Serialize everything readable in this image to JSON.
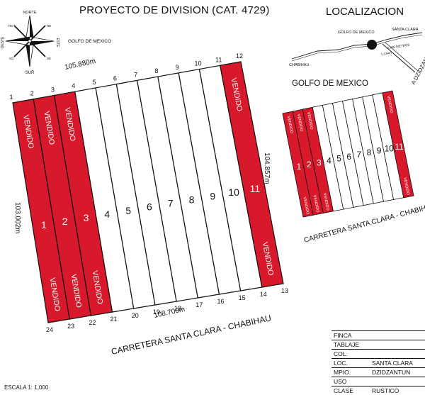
{
  "title": "PROYECTO DE DIVISION (CAT. 4729)",
  "compass": {
    "north": "NORTE",
    "south": "SUR",
    "east": "ESTE",
    "west": "OESTE",
    "ne": "NE",
    "nw": "NO",
    "se": "SE",
    "sw": "SO"
  },
  "gulf_label_top": "GOLFO DE MEXICO",
  "localizacion": {
    "title": "LOCALIZACION",
    "golfo": "GOLFO DE MEXICO",
    "santa_clara": "SANTA CLARA",
    "chabihau": "CHABIHAU",
    "dzidzantun": "A DZIDZANTUN",
    "dist_a": "1,134m",
    "dist_b": "2,930 METROS"
  },
  "mini_map": {
    "gulf_label": "GOLFO DE MEXICO",
    "road_label": "CARRETERA SANTA CLARA - CHABIHAU",
    "sold_label": "VENDIDO"
  },
  "main_map": {
    "road_label": "CARRETERA SANTA CLARA - CHABIHAU",
    "sold_label": "VENDIDO",
    "dim_top": "105.880m",
    "dim_bottom": "108.700m",
    "dim_left": "103.002m",
    "dim_right": "104.857m",
    "lots": [
      {
        "num": "1",
        "sold": true
      },
      {
        "num": "2",
        "sold": true
      },
      {
        "num": "3",
        "sold": true
      },
      {
        "num": "4",
        "sold": false
      },
      {
        "num": "5",
        "sold": false
      },
      {
        "num": "6",
        "sold": false
      },
      {
        "num": "7",
        "sold": false
      },
      {
        "num": "8",
        "sold": false
      },
      {
        "num": "9",
        "sold": false
      },
      {
        "num": "10",
        "sold": false
      },
      {
        "num": "11",
        "sold": true
      }
    ],
    "vertices_top": [
      "1",
      "2",
      "3",
      "4",
      "5",
      "6",
      "7",
      "8",
      "9",
      "10",
      "11",
      "12"
    ],
    "vertices_bottom": [
      "13",
      "14",
      "15",
      "16",
      "17",
      "18",
      "19",
      "20",
      "21",
      "22",
      "23",
      "24"
    ]
  },
  "scale": "ESCALA   1: 1,000",
  "info_table": [
    {
      "key": "FINCA",
      "value": ""
    },
    {
      "key": "TABLAJE",
      "value": ""
    },
    {
      "key": "COL.",
      "value": ""
    },
    {
      "key": "LOC.",
      "value": "SANTA CLARA"
    },
    {
      "key": "MPIO.",
      "value": "DZIDZANTUN"
    },
    {
      "key": "USO",
      "value": ""
    },
    {
      "key": "CLASE",
      "value": "RUSTICO"
    }
  ],
  "colors": {
    "sold": "#d8182b",
    "line": "#111111",
    "background": "#ffffff"
  }
}
